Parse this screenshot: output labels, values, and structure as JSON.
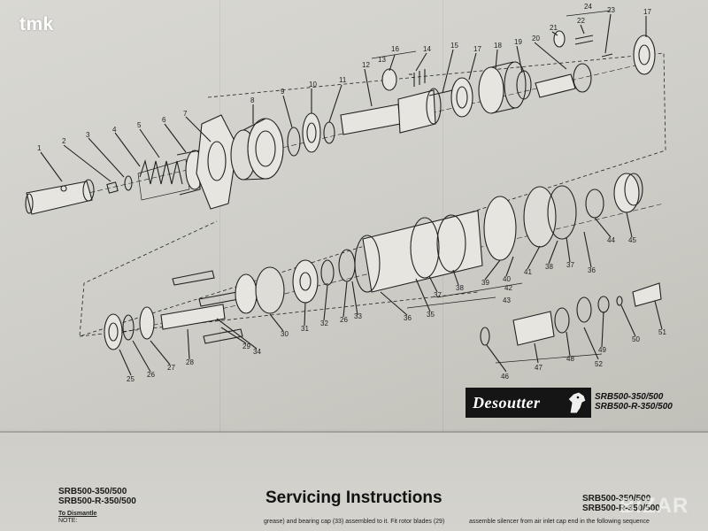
{
  "watermark": "tmk",
  "brand": {
    "name": "Desoutter",
    "logo_icon": "horse-head-icon",
    "models": [
      "SRB500-350/500",
      "SRB500-R-350/500"
    ]
  },
  "footer": {
    "left_models": [
      "SRB500-350/500",
      "SRB500-R-350/500"
    ],
    "title": "Servicing Instructions",
    "right_models": [
      "SRB500-350/500",
      "SRB500-R-350/500"
    ],
    "dismantle_heading": "To Dismantle",
    "note_label": "NOTE:",
    "body_text_1": "grease) and bearing cap (33) assembled to it. Fit rotor blades (29)",
    "body_text_2": "assemble silencer from air inlet cap end in the following sequence",
    "corner_watermark": "BIZAR"
  },
  "diagram": {
    "part_numbers_top": [
      "1",
      "2",
      "3",
      "4",
      "5",
      "6",
      "7",
      "8",
      "9",
      "10",
      "11",
      "12",
      "13",
      "14",
      "15",
      "16",
      "17",
      "18",
      "19",
      "20",
      "21",
      "22",
      "23",
      "24",
      "17"
    ],
    "part_numbers_bottom": [
      "25",
      "26",
      "27",
      "28",
      "29",
      "30",
      "31",
      "32",
      "26",
      "33",
      "34",
      "35",
      "36",
      "37",
      "38",
      "39",
      "40",
      "41",
      "38",
      "37",
      "36",
      "42",
      "43",
      "44",
      "45",
      "46",
      "47",
      "48",
      "49",
      "50",
      "51",
      "52"
    ]
  }
}
